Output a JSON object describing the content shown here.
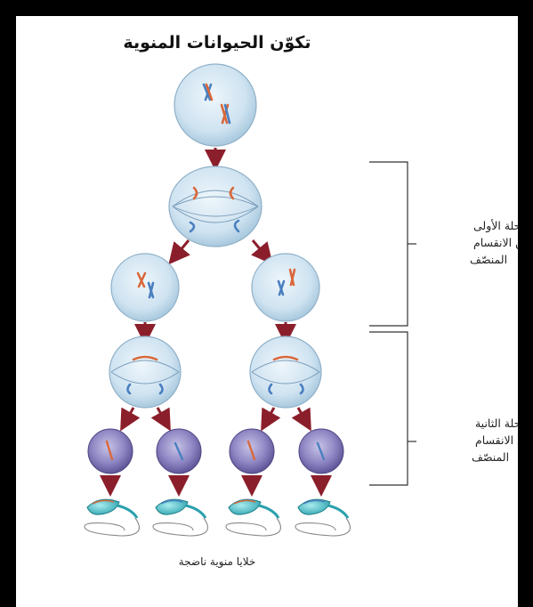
{
  "title": "تكوّن الحيوانات المنوية",
  "stages": {
    "meiosis1": [
      "المرحلة الأولى",
      "من الانقسام",
      "المنصّف"
    ],
    "meiosis2": [
      "المرحلة الثانية",
      "من الانقسام",
      "المنصّف"
    ]
  },
  "caption": "خلايا منوية ناضجة",
  "colors": {
    "frame": "#000000",
    "cell_fill": "#d4e7f4",
    "cell_stroke": "#8fb0c8",
    "spermatid_fill": "#7d74b4",
    "sperm_head": "#3fb6bf",
    "arrow": "#8b1e2b",
    "chrom_red": "#d9683a",
    "chrom_blue": "#4a7fc0"
  }
}
